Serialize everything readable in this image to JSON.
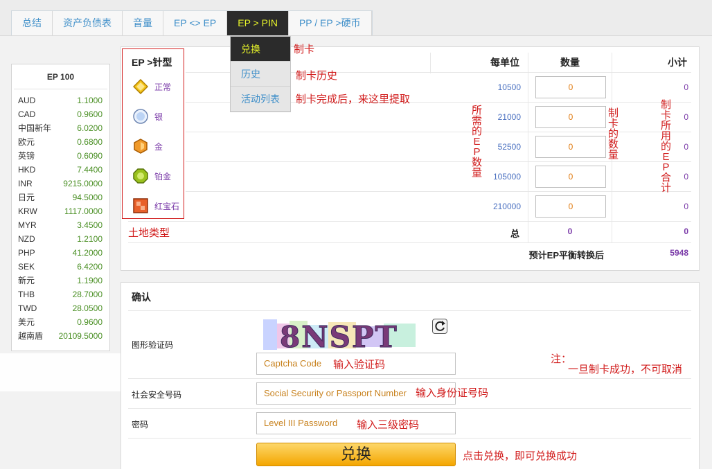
{
  "nav": {
    "tabs": [
      {
        "label": "总结"
      },
      {
        "label": "资产负债表"
      },
      {
        "label": "音量"
      },
      {
        "label": "EP <> EP"
      },
      {
        "label": "EP > PIN"
      },
      {
        "label": "PP / EP >硬币"
      }
    ],
    "active_tab": "EP > PIN",
    "dropdown": [
      {
        "label": "兑换"
      },
      {
        "label": "历史"
      },
      {
        "label": "活动列表"
      }
    ]
  },
  "annotations": {
    "dd_exchange": "制卡",
    "dd_history": "制卡历史",
    "dd_activity": "制卡完成后，来这里提取",
    "land_type": "土地类型",
    "ep_needed": "所需的EP数量",
    "card_qty": "制卡的数量",
    "ep_total": "制卡所用的EP合计",
    "note": "注：\n一旦制卡成功，不可取消",
    "note_head": "注：",
    "note_body": "一旦制卡成功，不可取消",
    "enter_captcha": "输入验证码",
    "enter_id": "输入身份证号码",
    "enter_pwd": "输入三级密码",
    "click_exchange": "点击兑换，即可兑换成功"
  },
  "rates": {
    "title": "EP 100",
    "rows": [
      {
        "cur": "AUD",
        "val": "1.1000"
      },
      {
        "cur": "CAD",
        "val": "0.9600"
      },
      {
        "cur": "中国新年",
        "val": "6.0200"
      },
      {
        "cur": "欧元",
        "val": "0.6800"
      },
      {
        "cur": "英镑",
        "val": "0.6090"
      },
      {
        "cur": "HKD",
        "val": "7.4400"
      },
      {
        "cur": "INR",
        "val": "9215.0000"
      },
      {
        "cur": "日元",
        "val": "94.5000"
      },
      {
        "cur": "KRW",
        "val": "1117.0000"
      },
      {
        "cur": "MYR",
        "val": "3.4500"
      },
      {
        "cur": "NZD",
        "val": "1.2100"
      },
      {
        "cur": "PHP",
        "val": "41.2000"
      },
      {
        "cur": "SEK",
        "val": "6.4200"
      },
      {
        "cur": "新元",
        "val": "1.1900"
      },
      {
        "cur": "THB",
        "val": "28.7000"
      },
      {
        "cur": "TWD",
        "val": "28.0500"
      },
      {
        "cur": "美元",
        "val": "0.9600"
      },
      {
        "cur": "越南盾",
        "val": "20109.5000"
      }
    ]
  },
  "table": {
    "headers": {
      "type": "EP >针型",
      "unit": "每单位",
      "qty": "数量",
      "subtotal": "小计"
    },
    "rows": [
      {
        "name": "正常",
        "unit": "10500",
        "qty": "0",
        "subtotal": "0",
        "color": "#f5c518"
      },
      {
        "name": "银",
        "unit": "21000",
        "qty": "0",
        "subtotal": "0",
        "color": "#bcd4f5"
      },
      {
        "name": "金",
        "unit": "52500",
        "qty": "0",
        "subtotal": "0",
        "color": "#f09a2a"
      },
      {
        "name": "铂金",
        "unit": "105000",
        "qty": "0",
        "subtotal": "0",
        "color": "#9ac21e"
      },
      {
        "name": "红宝石",
        "unit": "210000",
        "qty": "0",
        "subtotal": "0",
        "color": "#e8602a"
      }
    ],
    "total_label": "总",
    "total_qty": "0",
    "total_sub": "0",
    "balance_label": "预计EP平衡转换后",
    "balance_value": "5948"
  },
  "confirm": {
    "title": "确认",
    "captcha_label": "图形验证码",
    "captcha_text": "8NSPT",
    "captcha_placeholder": "Captcha Code",
    "ssn_label": "社会安全号码",
    "ssn_placeholder": "Social Security or Passport Number",
    "pwd_label": "密码",
    "pwd_placeholder": "Level III Password",
    "submit": "兑换"
  },
  "colors": {
    "accent_link": "#3f8fc9",
    "active_tab_bg": "#2b2b2b",
    "active_tab_text": "#e7f42a",
    "annotation": "#d11b1b",
    "button": "#f4a600"
  }
}
